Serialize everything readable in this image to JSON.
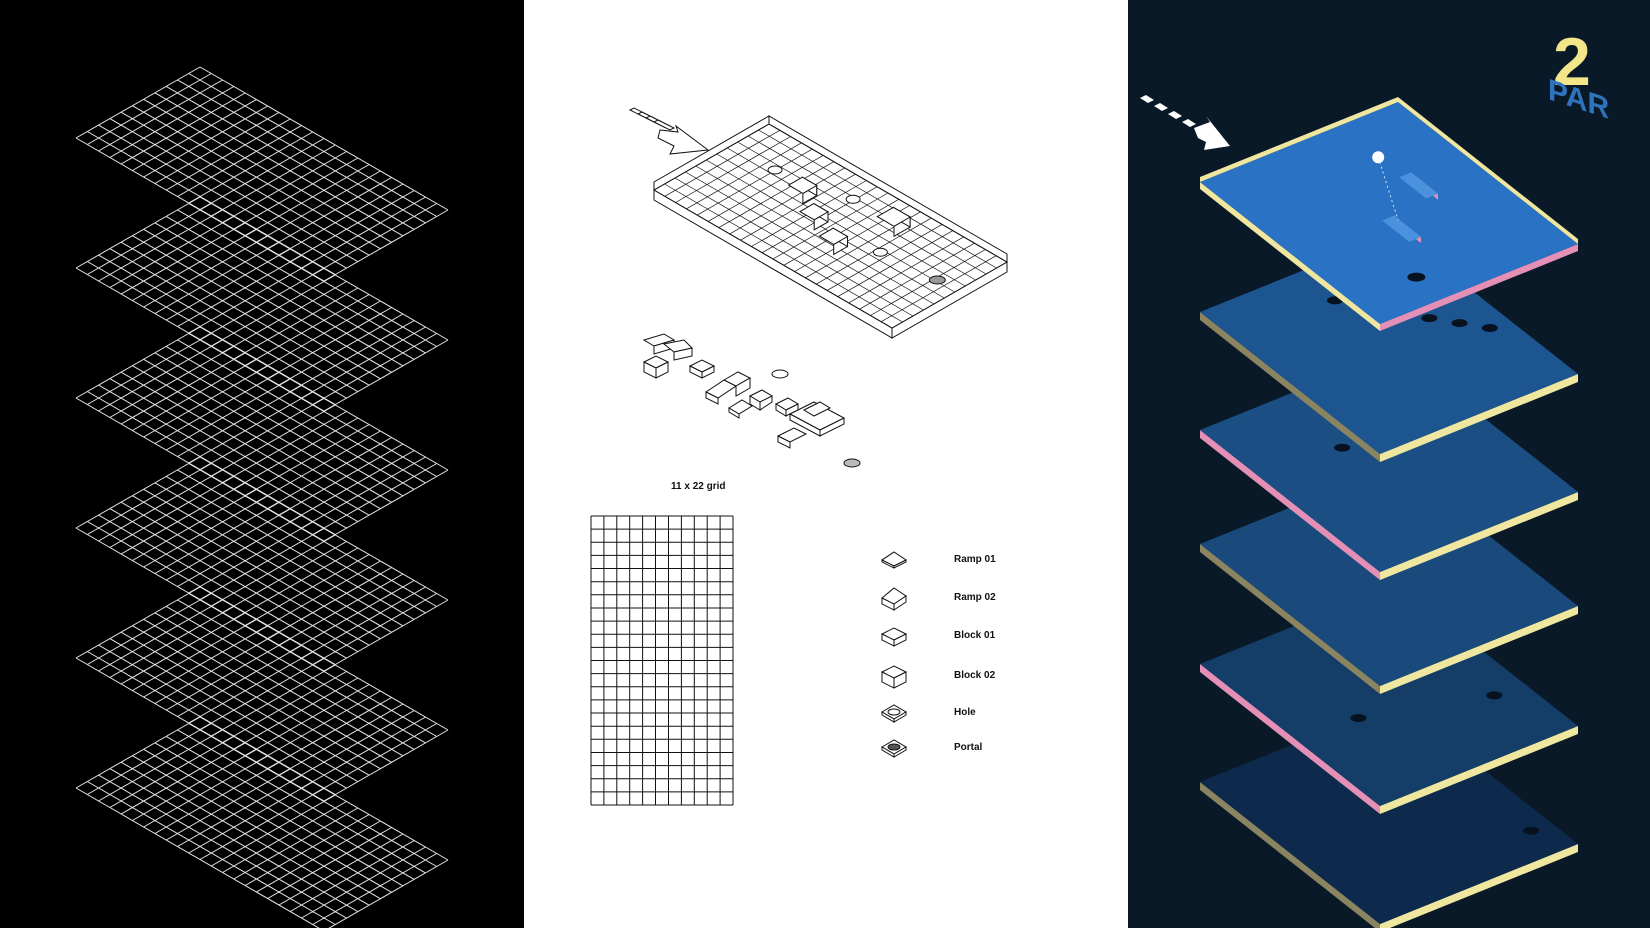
{
  "left_panel": {
    "layers": 6,
    "grid_cols": 11,
    "grid_rows": 22,
    "line_color": "#e6e6e6"
  },
  "middle_panel": {
    "grid_caption": "11 x 22 grid",
    "grid_cols": 11,
    "grid_rows": 22,
    "legend": [
      {
        "label": "Ramp 01",
        "icon": "ramp-01-icon"
      },
      {
        "label": "Ramp 02",
        "icon": "ramp-02-icon"
      },
      {
        "label": "Block 01",
        "icon": "block-01-icon"
      },
      {
        "label": "Block 02",
        "icon": "block-02-icon"
      },
      {
        "label": "Hole",
        "icon": "hole-icon"
      },
      {
        "label": "Portal",
        "icon": "portal-icon"
      }
    ]
  },
  "right_panel": {
    "par_number": "2",
    "par_label": "PAR",
    "colors": {
      "background": "#0a1928",
      "top_level": "#2a72c4",
      "lower_level": "#1d4f86",
      "edge_yellow": "#efe6a0",
      "edge_pink": "#e48fb6",
      "ball": "#ffffff"
    }
  }
}
